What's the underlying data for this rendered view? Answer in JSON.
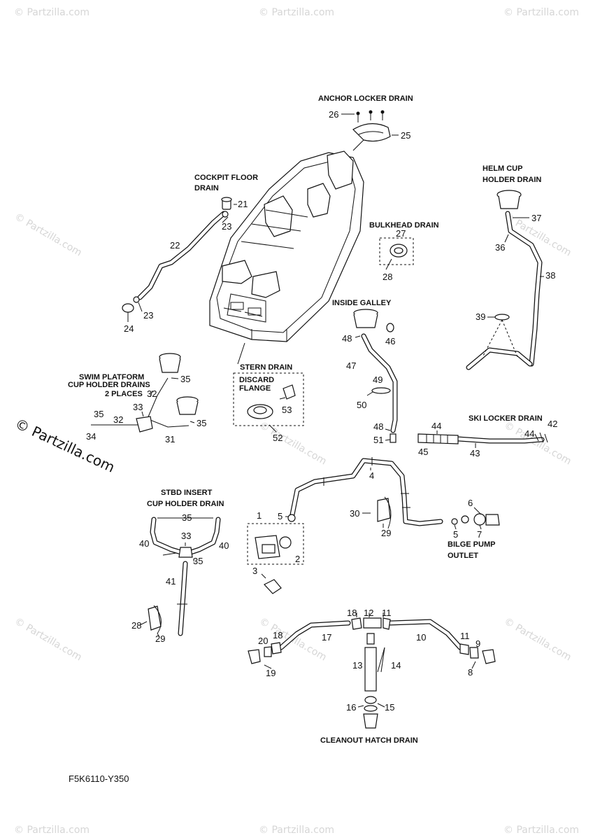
{
  "watermarks": {
    "site": "© Partzilla.com",
    "diagonal_text": "© Partzilla.com"
  },
  "figure_code": "F5K6110-Y350",
  "group_labels": {
    "anchor_locker": "ANCHOR LOCKER DRAIN",
    "cockpit_floor_1": "COCKPIT FLOOR",
    "cockpit_floor_2": "DRAIN",
    "helm_cup_1": "HELM CUP",
    "helm_cup_2": "HOLDER DRAIN",
    "bulkhead": "BULKHEAD DRAIN",
    "inside_galley": "INSIDE GALLEY",
    "swim_platform_1": "SWIM PLATFORM",
    "swim_platform_2": "CUP HOLDER DRAINS",
    "swim_platform_3": "2 PLACES",
    "stern_drain": "STERN DRAIN",
    "discard_1": "DISCARD",
    "discard_2": "FLANGE",
    "ski_locker": "SKI LOCKER DRAIN",
    "stbd_insert_1": "STBD INSERT",
    "stbd_insert_2": "CUP HOLDER DRAIN",
    "bilge_1": "BILGE PUMP",
    "bilge_2": "OUTLET",
    "cleanout": "CLEANOUT HATCH DRAIN"
  },
  "callouts": {
    "n26": "26",
    "n25": "25",
    "n21": "21",
    "n23a": "23",
    "n22": "22",
    "n23b": "23",
    "n24": "24",
    "n27": "27",
    "n28a": "28",
    "n37": "37",
    "n36": "36",
    "n38": "38",
    "n39": "39",
    "n48a": "48",
    "n46": "46",
    "n47": "47",
    "n49": "49",
    "n50": "50",
    "n48b": "48",
    "n51": "51",
    "n35a": "35",
    "n32a": "32",
    "n33a": "33",
    "n35b": "35",
    "n34": "34",
    "n32b": "32",
    "n35c": "35",
    "n31": "31",
    "n53": "53",
    "n52": "52",
    "n44a": "44",
    "n42": "42",
    "n44b": "44",
    "n45": "45",
    "n43": "43",
    "n4": "4",
    "n1": "1",
    "n5a": "5",
    "n2": "2",
    "n3": "3",
    "n30": "30",
    "n29a": "29",
    "n6": "6",
    "n5b": "5",
    "n7": "7",
    "n35d": "35",
    "n40a": "40",
    "n33b": "33",
    "n40b": "40",
    "n35e": "35",
    "n41": "41",
    "n28b": "28",
    "n29b": "29",
    "n18a": "18",
    "n12": "12",
    "n11a": "11",
    "n17": "17",
    "n10": "10",
    "n20": "20",
    "n18b": "18",
    "n11b": "11",
    "n9": "9",
    "n19": "19",
    "n14": "14",
    "n13": "13",
    "n8": "8",
    "n16": "16",
    "n15": "15"
  }
}
